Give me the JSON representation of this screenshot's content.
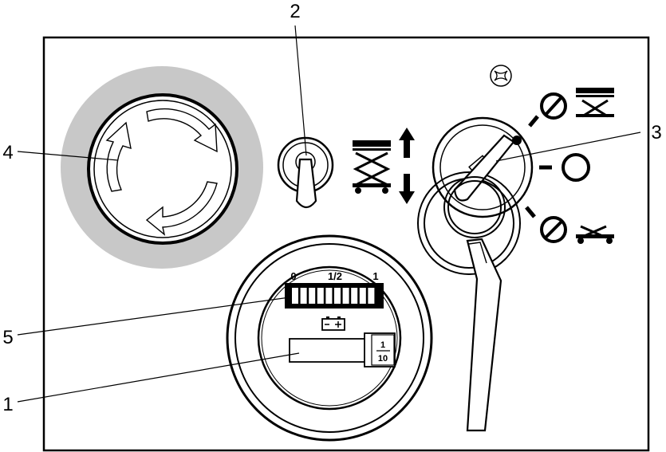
{
  "callouts": {
    "c1": "1",
    "c2": "2",
    "c3": "3",
    "c4": "4",
    "c5": "5"
  },
  "battery_gauge": {
    "scale_labels": [
      "0",
      "1/2",
      "1"
    ],
    "segments_total": 10,
    "charge_fraction": 1.0
  },
  "hour_meter": {
    "tenths_numerator": "1",
    "tenths_denominator": "10"
  },
  "key_positions": [
    "lift-disabled",
    "off",
    "drive-disabled"
  ],
  "colors": {
    "panel": "#ffffff",
    "estop_ring": "#c8c8c8",
    "line": "#000000"
  }
}
